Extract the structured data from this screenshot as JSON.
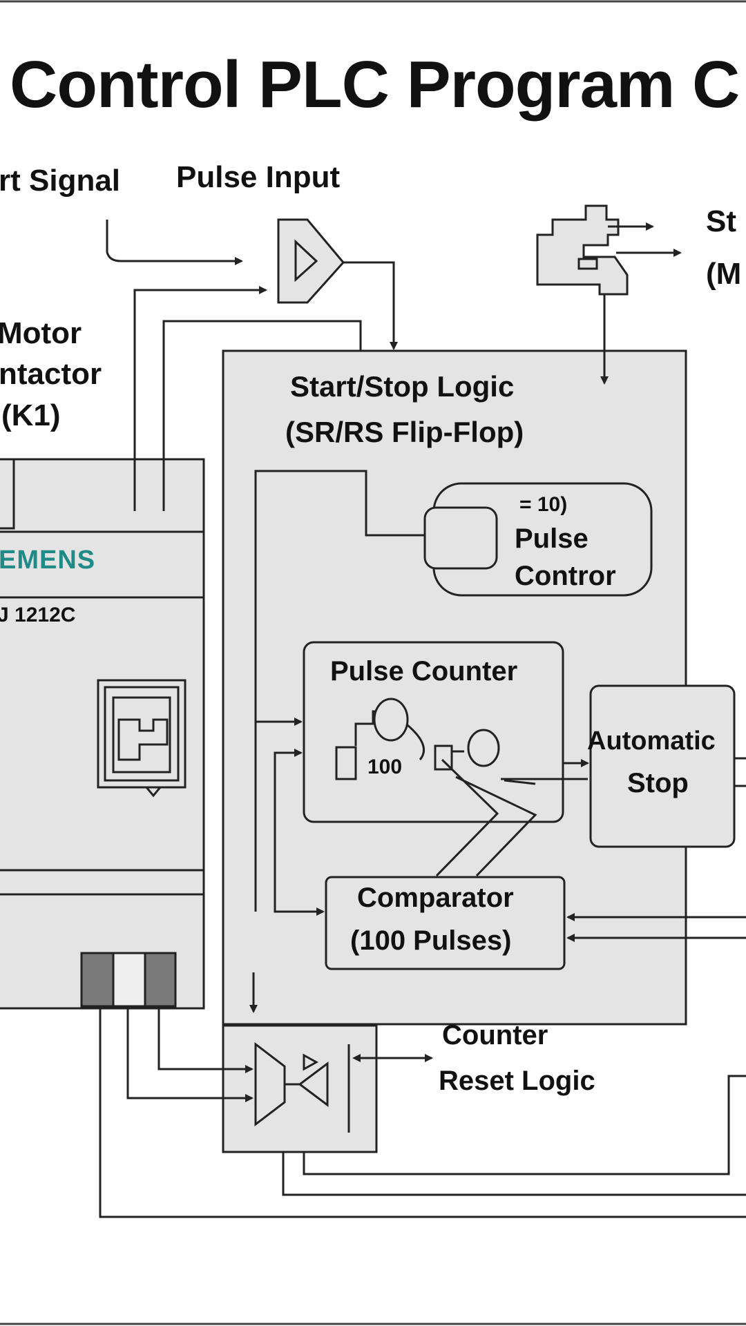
{
  "title": "Control PLC Program C",
  "inputs": {
    "start_signal": "rt Signal",
    "pulse_input": "Pulse Input",
    "stop_line1": "St",
    "stop_line2": "(M"
  },
  "contactor": {
    "line1": "Motor",
    "line2": "ntactor",
    "line3": "(K1)"
  },
  "plc": {
    "brand": "EMENS",
    "model": "J 1212C",
    "brand_color": "#1f8a86"
  },
  "logic_block": {
    "line1": "Start/Stop Logic",
    "line2": "(SR/RS Flip-Flop)"
  },
  "pulse_control": {
    "value": "= 10)",
    "line1": "Pulse",
    "line2": "Contror"
  },
  "pulse_counter": {
    "label": "Pulse Counter",
    "value": "100"
  },
  "automatic_stop": {
    "line1": "Automatic",
    "line2": "Stop"
  },
  "comparator": {
    "line1": "Comparator",
    "line2": "(100 Pulses)"
  },
  "reset_logic": {
    "line1": "Counter",
    "line2": "Reset Logic"
  },
  "colors": {
    "block_fill": "#e4e4e4",
    "stroke": "#222222",
    "terminal_dark": "#7a7a7a"
  }
}
